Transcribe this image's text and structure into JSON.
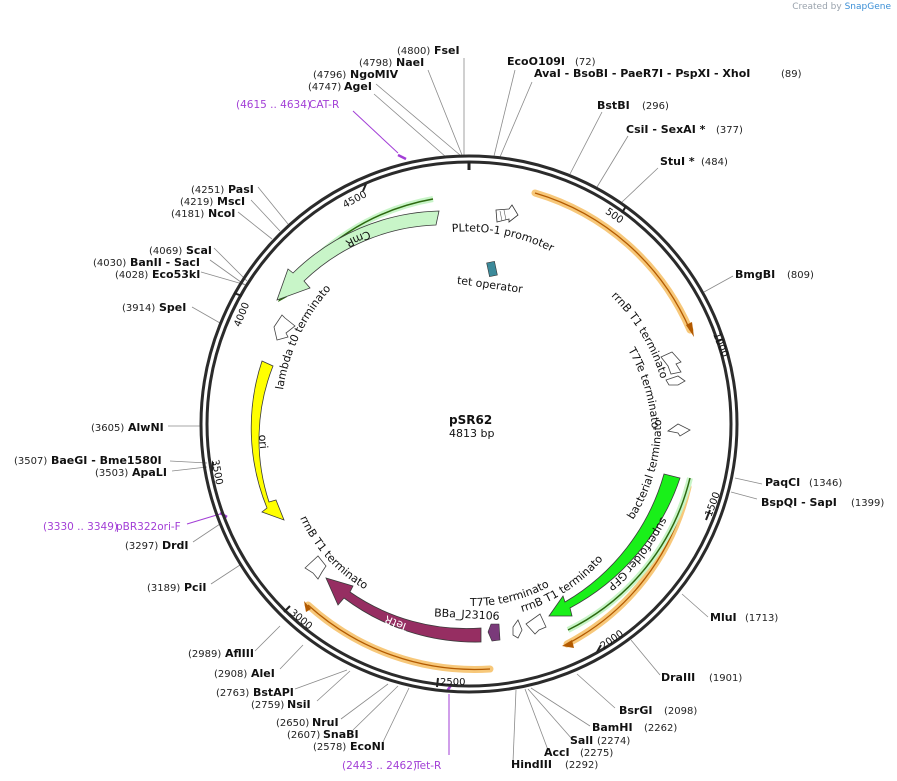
{
  "credit": {
    "prefix": "Created by",
    "brand": "SnapGene"
  },
  "plasmid": {
    "name": "pSR62",
    "length_label": "4813 bp",
    "length": 4813
  },
  "ticks": [
    "500",
    "1000",
    "1500",
    "2000",
    "2500",
    "3000",
    "3500",
    "4000",
    "4500"
  ],
  "sites": [
    {
      "pos": "(4800)",
      "name": "FseI"
    },
    {
      "pos": "(4798)",
      "name": "NaeI"
    },
    {
      "pos": "(4796)",
      "name": "NgoMIV"
    },
    {
      "pos": "(4747)",
      "name": "AgeI"
    },
    {
      "pos": "(72)",
      "name": "EcoO109I"
    },
    {
      "pos": "(89)",
      "name": "AvaI   - BsoBI   - PaeR7I   - PspXI   - XhoI"
    },
    {
      "pos": "(296)",
      "name": "BstBI"
    },
    {
      "pos": "(377)",
      "name": "CsiI   - SexAI *"
    },
    {
      "pos": "(484)",
      "name": "StuI *"
    },
    {
      "pos": "(809)",
      "name": "BmgBI"
    },
    {
      "pos": "(1346)",
      "name": "PaqCI"
    },
    {
      "pos": "(1399)",
      "name": "BspQI   - SapI"
    },
    {
      "pos": "(1713)",
      "name": "MluI"
    },
    {
      "pos": "(1901)",
      "name": "DraIII"
    },
    {
      "pos": "(2098)",
      "name": "BsrGI"
    },
    {
      "pos": "(2262)",
      "name": "BamHI"
    },
    {
      "pos": "(2274)",
      "name": "SalI"
    },
    {
      "pos": "(2275)",
      "name": "AccI"
    },
    {
      "pos": "(2292)",
      "name": "HindIII"
    },
    {
      "pos": "(2578)",
      "name": "EcoNI"
    },
    {
      "pos": "(2607)",
      "name": "SnaBI"
    },
    {
      "pos": "(2650)",
      "name": "NruI"
    },
    {
      "pos": "(2759)",
      "name": "NsiI"
    },
    {
      "pos": "(2763)",
      "name": "BstAPI"
    },
    {
      "pos": "(2908)",
      "name": "AleI"
    },
    {
      "pos": "(2989)",
      "name": "AflIII"
    },
    {
      "pos": "(3189)",
      "name": "PciI"
    },
    {
      "pos": "(3297)",
      "name": "DrdI"
    },
    {
      "pos": "(3503)",
      "name": "ApaLI"
    },
    {
      "pos": "(3507)",
      "name": "BaeGI   - Bme1580I"
    },
    {
      "pos": "(3605)",
      "name": "AlwNI"
    },
    {
      "pos": "(3914)",
      "name": "SpeI"
    },
    {
      "pos": "(4028)",
      "name": "Eco53kI"
    },
    {
      "pos": "(4030)",
      "name": "BanII   - SacI"
    },
    {
      "pos": "(4069)",
      "name": "ScaI"
    },
    {
      "pos": "(4181)",
      "name": "NcoI"
    },
    {
      "pos": "(4219)",
      "name": "MscI"
    },
    {
      "pos": "(4251)",
      "name": "PasI"
    }
  ],
  "primers": [
    {
      "range": "(4615 .. 4634)",
      "name": "CAT-R"
    },
    {
      "range": "(3330 .. 3349)",
      "name": "pBR322ori-F"
    },
    {
      "range": "(2443 .. 2462)",
      "name": "Tet-R"
    }
  ],
  "features": [
    {
      "name": "PLtetO-1 promoter"
    },
    {
      "name": "tet operator"
    },
    {
      "name": "rrnB T1 terminator"
    },
    {
      "name": "T7Te terminator"
    },
    {
      "name": "bacterial terminator"
    },
    {
      "name": "superfolder GFP"
    },
    {
      "name": "rrnB T1 terminator"
    },
    {
      "name": "T7Te terminator"
    },
    {
      "name": "BBa_J23106"
    },
    {
      "name": "TetR"
    },
    {
      "name": "rrnB T1 terminator"
    },
    {
      "name": "ori"
    },
    {
      "name": "lambda t0 terminator"
    },
    {
      "name": "CmR"
    }
  ],
  "colors": {
    "backbone": "#2b2b2b",
    "cmr": "#c8f5c8",
    "ori": "#ffff00",
    "gfp": "#19f019",
    "tetr": "#962e62",
    "promoter_small": "#7a3a7a",
    "tet_operator": "#3c8a9a",
    "orf_highlight": "#f7c87a",
    "primer": "#a23ed6"
  }
}
